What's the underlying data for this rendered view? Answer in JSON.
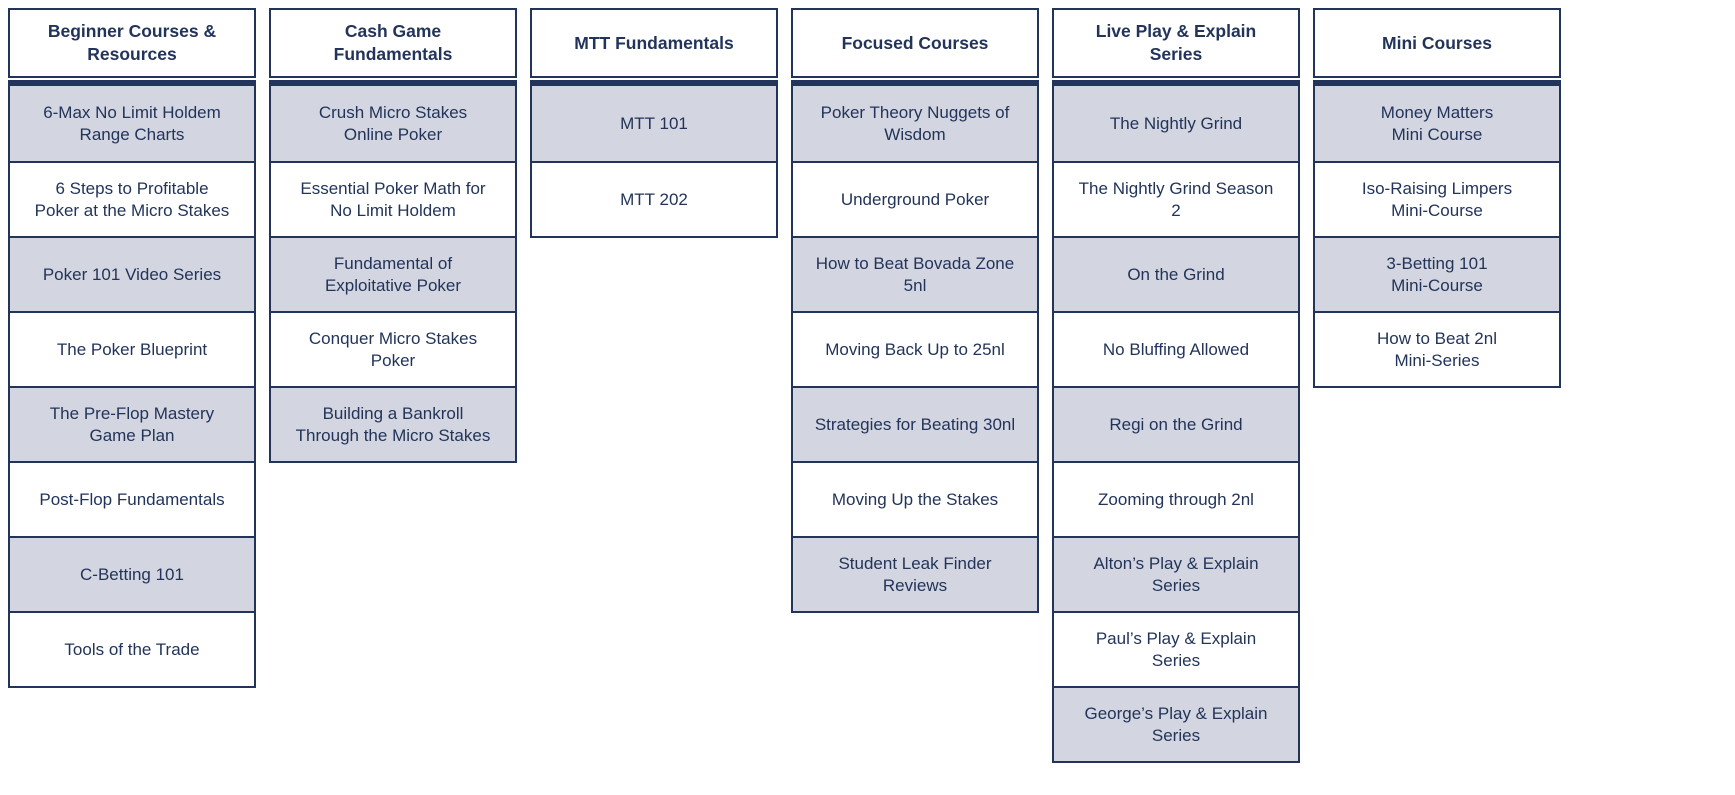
{
  "colors": {
    "navy": "#22345A",
    "alt_row": "#D3D6E0",
    "row_bg": "#FFFFFF"
  },
  "catalog": {
    "tables": [
      {
        "title": "Beginner Courses &\nResources",
        "items": [
          "6-Max No Limit Holdem\nRange Charts",
          "6 Steps to Profitable\nPoker at the Micro Stakes",
          "Poker 101 Video Series",
          "The Poker Blueprint",
          "The Pre-Flop Mastery\nGame Plan",
          "Post-Flop Fundamentals",
          "C-Betting 101",
          "Tools of the Trade"
        ]
      },
      {
        "title": "Cash Game\nFundamentals",
        "items": [
          "Crush Micro Stakes\nOnline Poker",
          "Essential Poker Math for\nNo Limit Holdem",
          "Fundamental of\nExploitative Poker",
          "Conquer Micro Stakes\nPoker",
          "Building a Bankroll\nThrough the Micro Stakes"
        ]
      },
      {
        "title": "MTT Fundamentals",
        "items": [
          "MTT 101",
          "MTT 202"
        ]
      },
      {
        "title": "Focused Courses",
        "items": [
          "Poker Theory Nuggets of\nWisdom",
          "Underground Poker",
          "How to Beat Bovada Zone\n5nl",
          "Moving Back Up to 25nl",
          "Strategies for Beating 30nl",
          "Moving Up the Stakes",
          "Student Leak Finder\nReviews"
        ]
      },
      {
        "title": "Live Play & Explain\nSeries",
        "items": [
          "The Nightly Grind",
          "The Nightly Grind Season\n2",
          "On the Grind",
          "No Bluffing Allowed",
          "Regi on the Grind",
          "Zooming through 2nl",
          "Alton’s Play & Explain\nSeries",
          "Paul’s Play & Explain\nSeries",
          "George’s Play & Explain\nSeries"
        ]
      },
      {
        "title": "Mini Courses",
        "items": [
          "Money Matters\nMini Course",
          "Iso-Raising Limpers\nMini-Course",
          "3-Betting 101\nMini-Course",
          "How to Beat 2nl\nMini-Series"
        ]
      }
    ]
  }
}
